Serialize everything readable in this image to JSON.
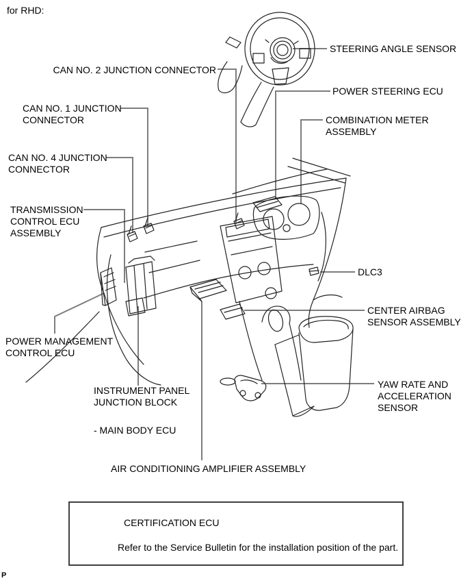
{
  "page": {
    "variant_label": "for RHD:",
    "footer_mark": "P"
  },
  "diagram": {
    "labels": {
      "steering_angle_sensor": "STEERING ANGLE SENSOR",
      "can_no_2_junction_connector": "CAN NO. 2 JUNCTION CONNECTOR",
      "power_steering_ecu": "POWER STEERING ECU",
      "can_no_1_junction_connector": "CAN NO. 1 JUNCTION\nCONNECTOR",
      "combination_meter_assembly": "COMBINATION METER\nASSEMBLY",
      "can_no_4_junction_connector": "CAN NO. 4 JUNCTION\nCONNECTOR",
      "transmission_control_ecu_assembly": "TRANSMISSION\nCONTROL ECU\nASSEMBLY",
      "dlc3": "DLC3",
      "center_airbag_sensor_assembly": "CENTER AIRBAG\nSENSOR ASSEMBLY",
      "power_management_control_ecu": "POWER MANAGEMENT\nCONTROL ECU",
      "yaw_rate_and_acceleration_sensor": "YAW RATE AND\nACCELERATION\nSENSOR",
      "instrument_panel_junction_block": "INSTRUMENT PANEL\nJUNCTION BLOCK",
      "main_body_ecu": "- MAIN BODY ECU",
      "air_conditioning_amplifier_assembly": "AIR CONDITIONING AMPLIFIER ASSEMBLY"
    },
    "note_box": {
      "part_label": "CERTIFICATION ECU",
      "note_text": "Refer to the Service Bulletin for the installation position of the part."
    },
    "colors": {
      "art_line": "#222222",
      "leader_line": "#7d7d7d",
      "text": "#000000",
      "note_box_border": "#3f3f3f"
    }
  }
}
